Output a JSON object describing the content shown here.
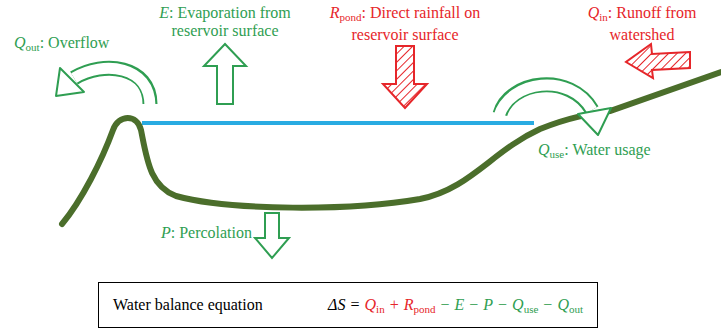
{
  "diagram": {
    "nodes": [
      {
        "text": [
          "Water balance equation",
          "ΔS",
          "=",
          "Q",
          "in",
          "+",
          "R",
          "pond",
          "−",
          "E",
          "−",
          "P",
          "−",
          "Q",
          "use",
          "−",
          "Q",
          "out"
        ]
      }
    ],
    "labels": [
      "E",
      ": Evaporation from reservoir surface",
      "R",
      "pond",
      ": Direct rainfall on reservoir surface",
      "Q",
      "in",
      ": Runoff from watershed",
      "Q",
      "out",
      ": Overflow",
      "Q",
      "use",
      ": Water usage",
      "P",
      ": Percolation"
    ]
  }
}
